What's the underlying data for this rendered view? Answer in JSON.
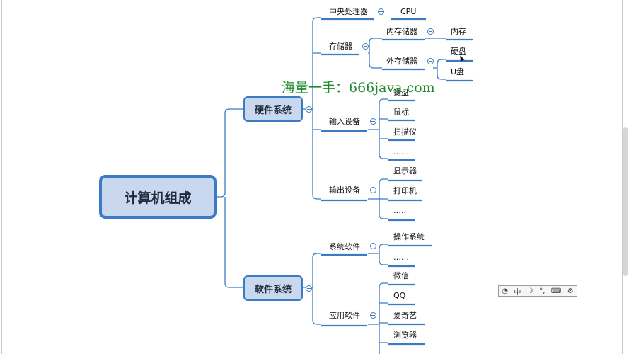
{
  "root": {
    "label": "计算机组成"
  },
  "main_nodes": [
    {
      "key": "hardware",
      "label": "硬件系统"
    },
    {
      "key": "software",
      "label": "软件系统"
    }
  ],
  "nodes": {
    "cpu_parent": "中央处理器",
    "cpu": "CPU",
    "storage": "存储器",
    "internal_storage": "内存储器",
    "memory": "内存",
    "external_storage": "外存储器",
    "hard_disk": "硬盘",
    "usb_disk": "U盘",
    "input_devices": "输入设备",
    "keyboard": "键盘",
    "mouse": "鼠标",
    "scanner": "扫描仪",
    "input_more": "……",
    "output_devices": "输出设备",
    "monitor": "显示器",
    "printer": "打印机",
    "output_more": "…..",
    "system_software": "系统软件",
    "os": "操作系统",
    "system_more": "……",
    "application_software": "应用软件",
    "wechat": "微信",
    "qq": "QQ",
    "iqiyi": "爱奇艺",
    "browser": "浏览器"
  },
  "watermark": "海量一手：666java.com",
  "toolbar": {
    "icons": [
      "ime-logo-icon",
      "moon-icon",
      "punctuation-icon",
      "keyboard-icon",
      "gear-icon"
    ],
    "mode_label": "中",
    "punct_label": "°,"
  },
  "colors": {
    "accent": "#3b7bc4",
    "node_fill": "#c9d8ee",
    "watermark": "#1f8a2c"
  }
}
